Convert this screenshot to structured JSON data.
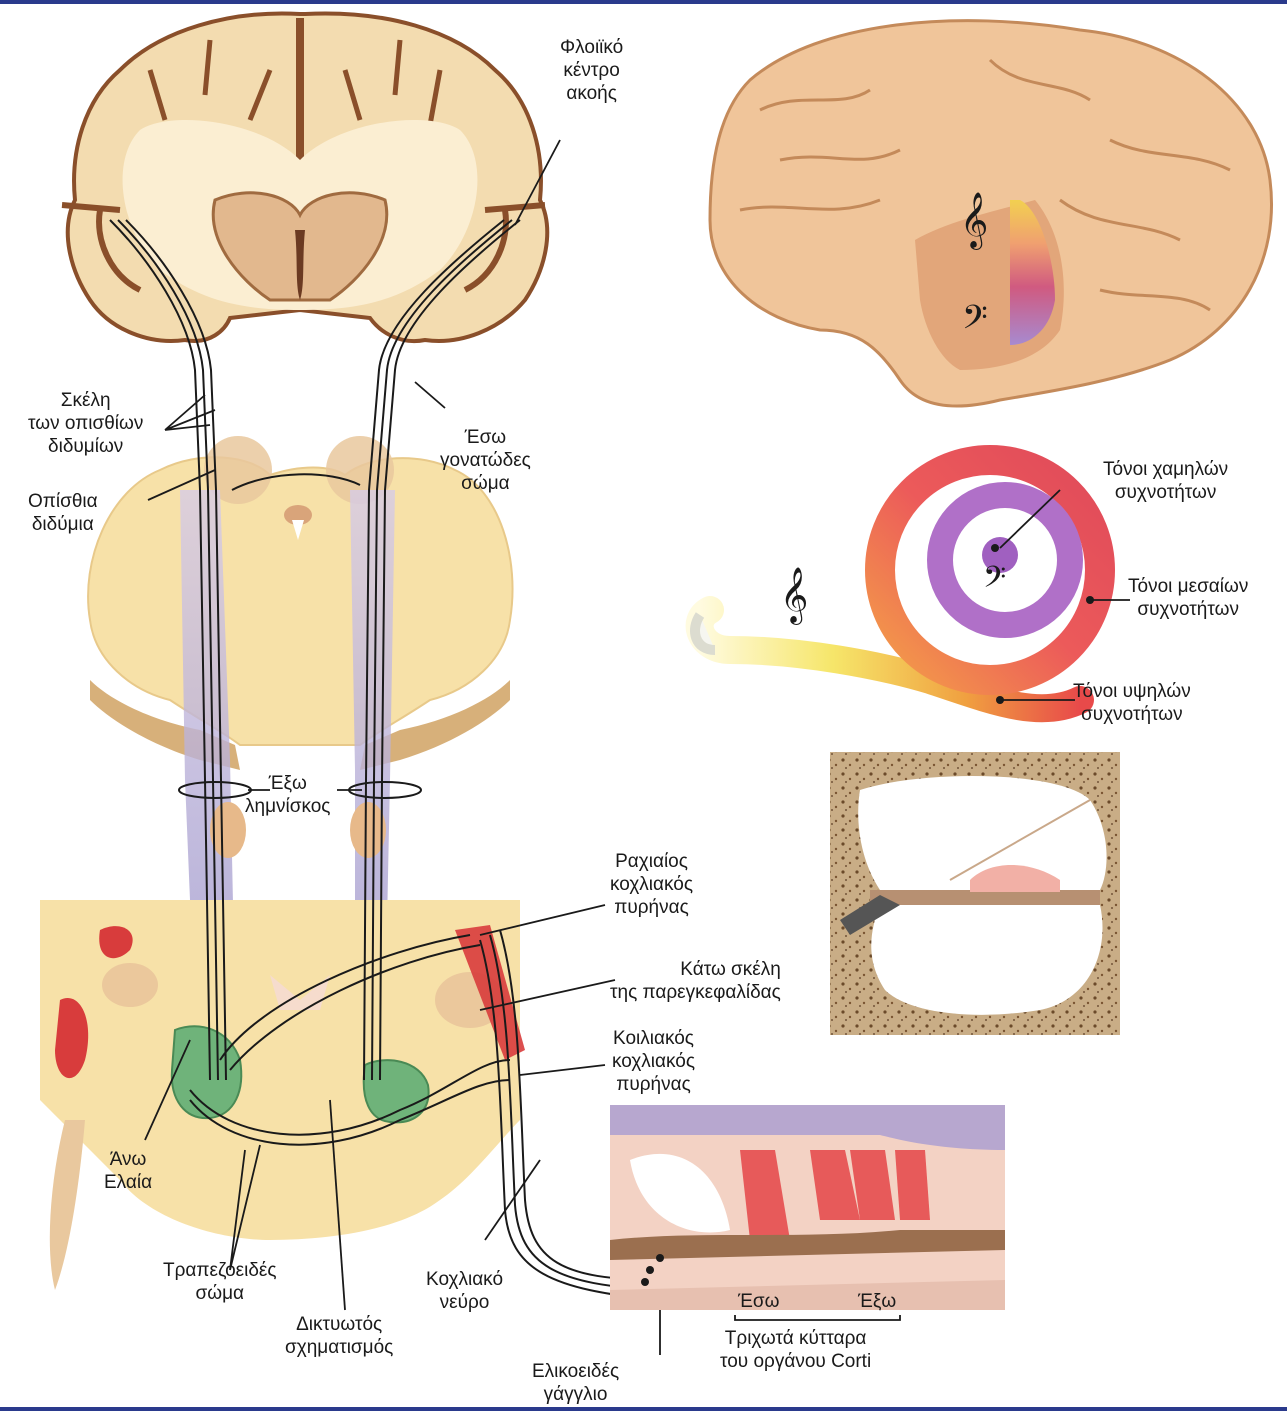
{
  "labels": {
    "auditory_cortex": [
      "Φλοιϊκό",
      "κέντρο",
      "ακοής"
    ],
    "inferior_colliculus_arms": [
      "Σκέλη",
      "των οπισθίων",
      "διδυμίων"
    ],
    "medial_geniculate": [
      "Έσω",
      "γονατώδες",
      "σώμα"
    ],
    "inferior_colliculi": [
      "Οπίσθια",
      "διδύμια"
    ],
    "lateral_lemniscus": [
      "Έξω",
      "λημνίσκος"
    ],
    "dorsal_cochlear_nucleus": [
      "Ραχιαίος",
      "κοχλιακός",
      "πυρήνας"
    ],
    "inferior_cerebellar_peduncle": [
      "Κάτω σκέλη",
      "της παρεγκεφαλίδας"
    ],
    "ventral_cochlear_nucleus": [
      "Κοιλιακός",
      "κοχλιακός",
      "πυρήνας"
    ],
    "superior_olive": [
      "Άνω",
      "Ελαία"
    ],
    "trapezoid_body": [
      "Τραπεζοειδές",
      "σώμα"
    ],
    "reticular_formation": [
      "Δικτυωτός",
      "σχηματισμός"
    ],
    "cochlear_nerve": [
      "Κοχλιακό",
      "νεύρο"
    ],
    "spiral_ganglion": [
      "Ελικοειδές",
      "γάγγλιο"
    ],
    "inner_hair": "Έσω",
    "outer_hair": "Έξω",
    "hair_cells": [
      "Τριχωτά κύτταρα",
      "του οργάνου  Corti"
    ],
    "low_freq": [
      "Τόνοι χαμηλών",
      "συχνοτήτων"
    ],
    "mid_freq": [
      "Τόνοι μεσαίων",
      "συχνοτήτων"
    ],
    "high_freq": [
      "Τόνοι υψηλών",
      "συχνοτήτων"
    ]
  },
  "clef_symbols": {
    "treble": "𝄞",
    "bass": "𝄢"
  },
  "colors": {
    "brain_tissue": "#f3dcb0",
    "brain_outline": "#8a4f2a",
    "white_matter": "#fbeed2",
    "cochlea_red": "#e84a4a",
    "cochlea_purple": "#a060c0",
    "cochlea_yellow": "#f2e46a",
    "olive_green": "#6fb37a",
    "tract_violet": "#b9b2d8",
    "frame": "#2a3a8c"
  }
}
